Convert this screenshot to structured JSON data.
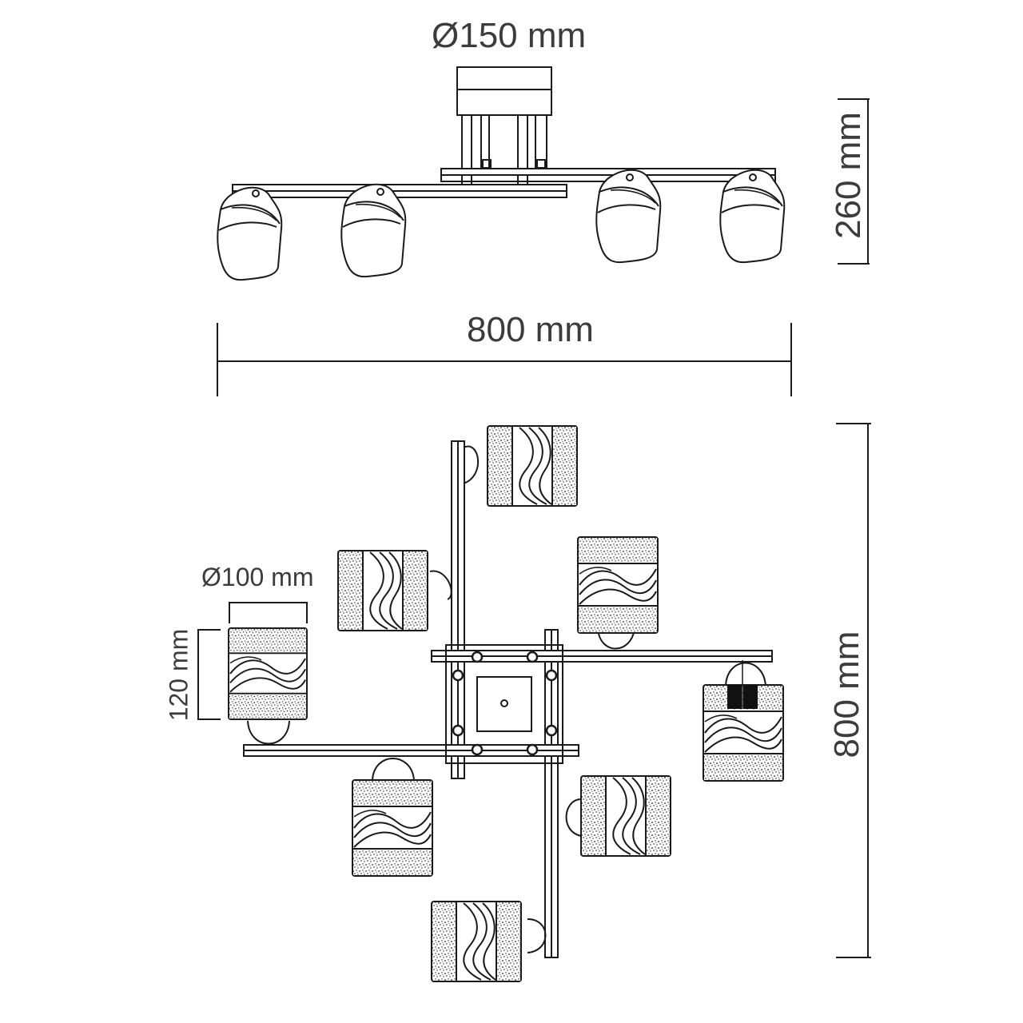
{
  "diagram": {
    "type": "technical-drawing",
    "subject": "ceiling chandelier with 8 shades",
    "views": [
      "side-view",
      "top-view"
    ],
    "line_color": "#1a1a1a",
    "text_color": "#3c3c3c"
  },
  "dimensions": {
    "canopy_diameter": "Ø150 mm",
    "height": "260 mm",
    "width": "800 mm",
    "depth": "800 mm",
    "shade_diameter": "Ø100 mm",
    "shade_height": "120 mm"
  },
  "side_view": {
    "shade_count": 4
  },
  "top_view": {
    "shade_count": 8
  }
}
